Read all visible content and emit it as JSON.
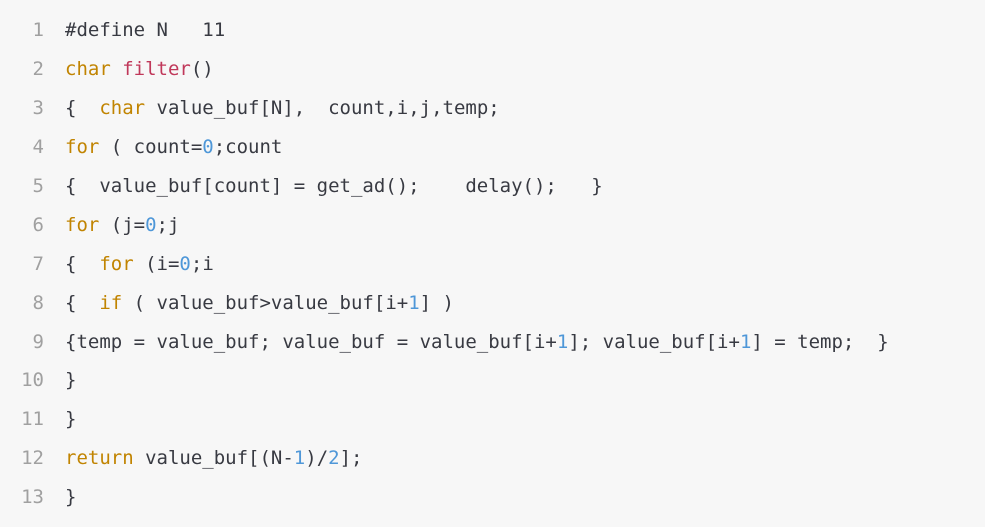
{
  "editor": {
    "lines": [
      {
        "n": "1",
        "tokens": [
          {
            "t": "#define N   11",
            "k": "txt"
          }
        ]
      },
      {
        "n": "2",
        "tokens": [
          {
            "t": "char",
            "k": "kw"
          },
          {
            "t": " ",
            "k": "txt"
          },
          {
            "t": "filter",
            "k": "fn"
          },
          {
            "t": "()",
            "k": "txt"
          }
        ]
      },
      {
        "n": "3",
        "tokens": [
          {
            "t": "{  ",
            "k": "txt"
          },
          {
            "t": "char",
            "k": "kw"
          },
          {
            "t": " value_buf[N],  count,i,j,temp;",
            "k": "txt"
          }
        ]
      },
      {
        "n": "4",
        "tokens": [
          {
            "t": "for",
            "k": "kw"
          },
          {
            "t": " ( count=",
            "k": "txt"
          },
          {
            "t": "0",
            "k": "num"
          },
          {
            "t": ";count",
            "k": "txt"
          }
        ]
      },
      {
        "n": "5",
        "tokens": [
          {
            "t": "{  value_buf[count] = get_ad();    delay();   }",
            "k": "txt"
          }
        ]
      },
      {
        "n": "6",
        "tokens": [
          {
            "t": "for",
            "k": "kw"
          },
          {
            "t": " (j=",
            "k": "txt"
          },
          {
            "t": "0",
            "k": "num"
          },
          {
            "t": ";j",
            "k": "txt"
          }
        ]
      },
      {
        "n": "7",
        "tokens": [
          {
            "t": "{  ",
            "k": "txt"
          },
          {
            "t": "for",
            "k": "kw"
          },
          {
            "t": " (i=",
            "k": "txt"
          },
          {
            "t": "0",
            "k": "num"
          },
          {
            "t": ";i",
            "k": "txt"
          }
        ]
      },
      {
        "n": "8",
        "tokens": [
          {
            "t": "{  ",
            "k": "txt"
          },
          {
            "t": "if",
            "k": "kw"
          },
          {
            "t": " ( value_buf>value_buf[i+",
            "k": "txt"
          },
          {
            "t": "1",
            "k": "num"
          },
          {
            "t": "] )",
            "k": "txt"
          }
        ]
      },
      {
        "n": "9",
        "tokens": [
          {
            "t": "{temp = value_buf; value_buf = value_buf[i+",
            "k": "txt"
          },
          {
            "t": "1",
            "k": "num"
          },
          {
            "t": "]; value_buf[i+",
            "k": "txt"
          },
          {
            "t": "1",
            "k": "num"
          },
          {
            "t": "] = temp;  }",
            "k": "txt"
          }
        ]
      },
      {
        "n": "10",
        "tokens": [
          {
            "t": "}",
            "k": "txt"
          }
        ]
      },
      {
        "n": "11",
        "tokens": [
          {
            "t": "}",
            "k": "txt"
          }
        ]
      },
      {
        "n": "12",
        "tokens": [
          {
            "t": "return",
            "k": "kw"
          },
          {
            "t": " value_buf[(N-",
            "k": "txt"
          },
          {
            "t": "1",
            "k": "num"
          },
          {
            "t": ")/",
            "k": "txt"
          },
          {
            "t": "2",
            "k": "num"
          },
          {
            "t": "];",
            "k": "txt"
          }
        ]
      },
      {
        "n": "13",
        "tokens": [
          {
            "t": "}",
            "k": "txt"
          }
        ]
      }
    ]
  }
}
